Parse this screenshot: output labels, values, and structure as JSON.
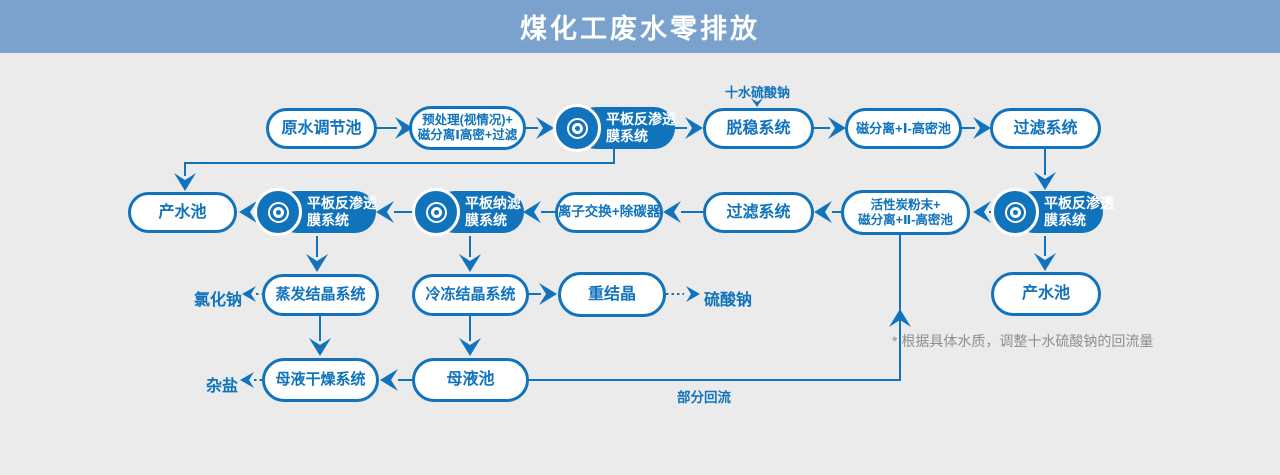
{
  "title": "煤化工废水零排放",
  "colors": {
    "header_bg": "#7aa2cc",
    "accent_blue": "#1173bc",
    "canvas_bg": "#ebebeb",
    "note_gray": "#8e8e8e"
  },
  "nodes": {
    "raw_water": {
      "label": "原水调节池"
    },
    "pretreat": {
      "line1": "预处理(视情况)+",
      "line2": "磁分离Ⅰ高密+过滤"
    },
    "ro1": {
      "line1": "平板反渗透",
      "line2": "膜系统"
    },
    "destab": {
      "label": "脱稳系统"
    },
    "magsep1": {
      "label": "磁分离+Ⅰ-高密池"
    },
    "filter1": {
      "label": "过滤系统"
    },
    "product1": {
      "label": "产水池"
    },
    "ro2": {
      "line1": "平板反渗透",
      "line2": "膜系统"
    },
    "nf": {
      "line1": "平板纳滤",
      "line2": "膜系统"
    },
    "ion_exchange": {
      "label": "离子交换+除碳器"
    },
    "filter2": {
      "label": "过滤系统"
    },
    "carbon": {
      "line1": "活性炭粉末+",
      "line2": "磁分离+Ⅱ-高密池"
    },
    "ro3": {
      "line1": "平板反渗透",
      "line2": "膜系统"
    },
    "product2": {
      "label": "产水池"
    },
    "evap": {
      "label": "蒸发结晶系统"
    },
    "freeze": {
      "label": "冷冻结晶系统"
    },
    "recryst": {
      "label": "重结晶"
    },
    "mother_dry": {
      "label": "母液干燥系统"
    },
    "mother_pool": {
      "label": "母液池"
    }
  },
  "labels": {
    "sodium_sulfate_decahydrate": "十水硫酸钠",
    "sodium_chloride": "氯化钠",
    "sodium_sulfate": "硫酸钠",
    "mixed_salt": "杂盐",
    "partial_reflux": "部分回流",
    "note": "* 根据具体水质，调整十水硫酸钠的回流量"
  },
  "edges": [
    {
      "from": "raw_water",
      "to": "pretreat",
      "style": "solid"
    },
    {
      "from": "pretreat",
      "to": "ro1",
      "style": "solid"
    },
    {
      "from": "ro1",
      "to": "destab",
      "style": "solid"
    },
    {
      "from": "sodium_sulfate_decahydrate",
      "to": "destab",
      "style": "solid"
    },
    {
      "from": "destab",
      "to": "magsep1",
      "style": "solid"
    },
    {
      "from": "magsep1",
      "to": "filter1",
      "style": "solid"
    },
    {
      "from": "filter1",
      "to": "ro3",
      "style": "solid"
    },
    {
      "from": "ro1",
      "to": "product1",
      "style": "solid"
    },
    {
      "from": "ro3",
      "to": "carbon",
      "style": "solid"
    },
    {
      "from": "ro3",
      "to": "product2",
      "style": "solid"
    },
    {
      "from": "carbon",
      "to": "filter2",
      "style": "solid"
    },
    {
      "from": "filter2",
      "to": "ion_exchange",
      "style": "solid"
    },
    {
      "from": "ion_exchange",
      "to": "nf",
      "style": "solid"
    },
    {
      "from": "nf",
      "to": "ro2",
      "style": "solid"
    },
    {
      "from": "ro2",
      "to": "product1",
      "style": "solid"
    },
    {
      "from": "ro2",
      "to": "evap",
      "style": "solid"
    },
    {
      "from": "nf",
      "to": "freeze",
      "style": "solid"
    },
    {
      "from": "evap",
      "to": "sodium_chloride",
      "style": "dotted"
    },
    {
      "from": "evap",
      "to": "mother_dry",
      "style": "solid"
    },
    {
      "from": "freeze",
      "to": "recryst",
      "style": "solid"
    },
    {
      "from": "freeze",
      "to": "mother_pool",
      "style": "solid"
    },
    {
      "from": "recryst",
      "to": "sodium_sulfate",
      "style": "dotted"
    },
    {
      "from": "mother_pool",
      "to": "mother_dry",
      "style": "solid"
    },
    {
      "from": "mother_dry",
      "to": "mixed_salt",
      "style": "dotted"
    },
    {
      "from": "mother_pool",
      "to": "carbon",
      "style": "solid",
      "label": "部分回流"
    }
  ]
}
